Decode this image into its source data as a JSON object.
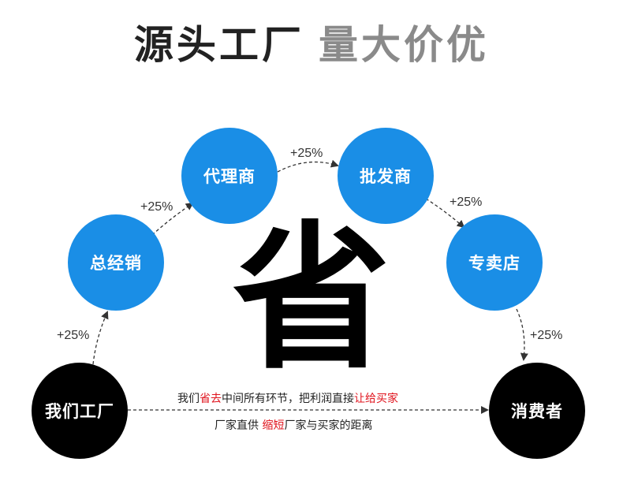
{
  "title": {
    "main": "源头工厂",
    "sub": "量大价优"
  },
  "nodes": {
    "factory": "我们工厂",
    "distributor": "总经销",
    "agent": "代理商",
    "wholesaler": "批发商",
    "retailer": "专卖店",
    "consumer": "消费者"
  },
  "markups": {
    "factory_to_distributor": "+25%",
    "distributor_to_agent": "+25%",
    "agent_to_wholesaler": "+25%",
    "wholesaler_to_retailer": "+25%",
    "retailer_to_consumer": "+25%"
  },
  "center_char": "省",
  "note": {
    "line1_a": "我们",
    "line1_red": "省去",
    "line1_b": "中间所有环节，把利润直接",
    "line1_red2": "让给买家",
    "line2_a": "厂家直供 ",
    "line2_red": "缩短",
    "line2_b": "厂家与买家的距离"
  },
  "colors": {
    "blue": "#1a8ee6",
    "black": "#000000",
    "red": "#e0141e",
    "title_gray": "#8a8a8a"
  }
}
